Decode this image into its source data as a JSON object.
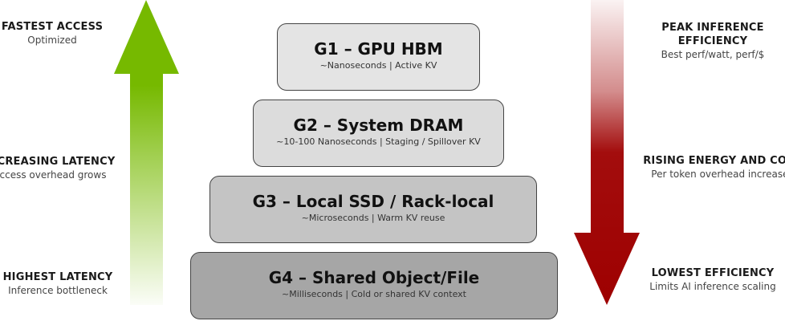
{
  "left_axis": {
    "labels": [
      {
        "title": "FASTEST ACCESS",
        "subtitle": "Optimized"
      },
      {
        "title": "INCREASING LATENCY",
        "subtitle": "Access overhead grows"
      },
      {
        "title": "HIGHEST LATENCY",
        "subtitle": "Inference bottleneck"
      }
    ],
    "arrow_color": "#76b900"
  },
  "tiers": [
    {
      "title": "G1 – GPU HBM",
      "subtitle": "~Nanoseconds | Active KV",
      "fill": "#e4e4e4"
    },
    {
      "title": "G2 – System DRAM",
      "subtitle": "~10-100 Nanoseconds | Staging / Spillover KV",
      "fill": "#dcdcdc"
    },
    {
      "title": "G3 – Local SSD / Rack-local",
      "subtitle": "~Microseconds | Warm KV reuse",
      "fill": "#c4c4c4"
    },
    {
      "title": "G4 – Shared Object/File",
      "subtitle": "~Milliseconds | Cold or shared KV context",
      "fill": "#a6a6a6"
    }
  ],
  "right_axis": {
    "labels": [
      {
        "title": "PEAK INFERENCE EFFICIENCY",
        "subtitle": "Best perf/watt, perf/$"
      },
      {
        "title": "RISING ENERGY AND COST",
        "subtitle": "Per token overhead increases"
      },
      {
        "title": "LOWEST EFFICIENCY",
        "subtitle": "Limits AI inference scaling"
      }
    ],
    "arrow_color": "#9e0000"
  }
}
